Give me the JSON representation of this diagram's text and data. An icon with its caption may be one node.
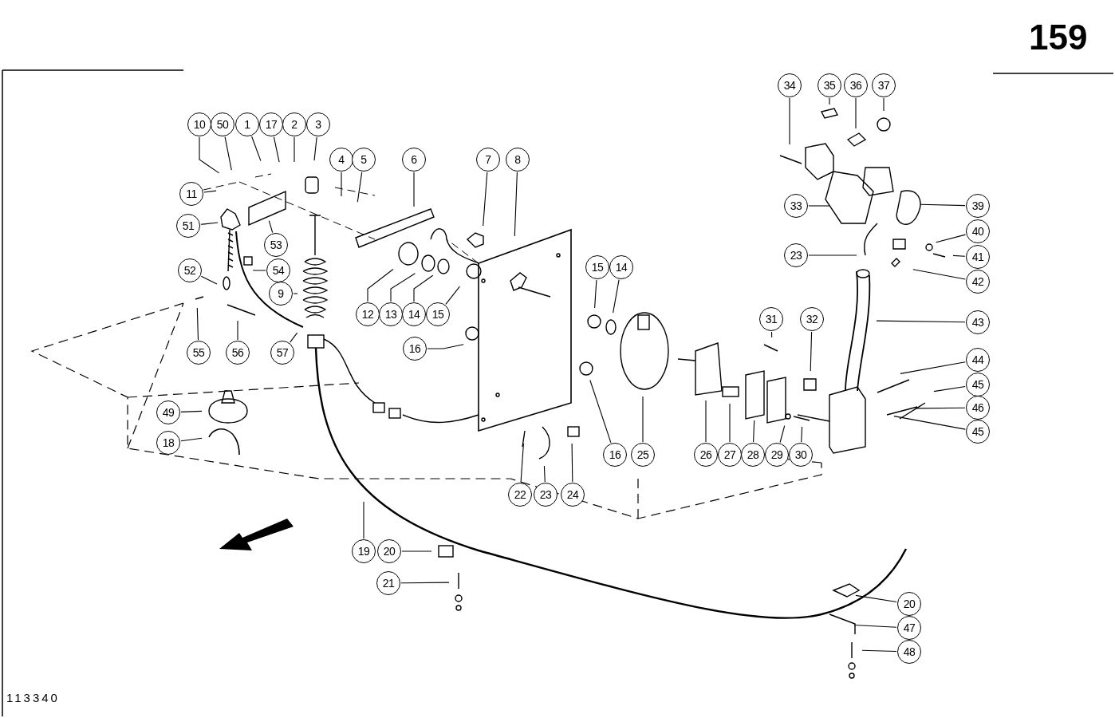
{
  "diagram": {
    "nodes": [
      {
        "text": [
          "10"
        ]
      },
      {
        "text": [
          "50"
        ]
      },
      {
        "text": [
          "1"
        ]
      },
      {
        "text": [
          "17"
        ]
      },
      {
        "text": [
          "2"
        ]
      },
      {
        "text": [
          "3"
        ]
      },
      {
        "text": [
          "4"
        ]
      },
      {
        "text": [
          "5"
        ]
      },
      {
        "text": [
          "6"
        ]
      },
      {
        "text": [
          "7"
        ]
      },
      {
        "text": [
          "8"
        ]
      },
      {
        "text": [
          "11"
        ]
      },
      {
        "text": [
          "51"
        ]
      },
      {
        "text": [
          "53"
        ]
      },
      {
        "text": [
          "52"
        ]
      },
      {
        "text": [
          "54"
        ]
      },
      {
        "text": [
          "9"
        ]
      },
      {
        "text": [
          "12"
        ]
      },
      {
        "text": [
          "13"
        ]
      },
      {
        "text": [
          "14"
        ]
      },
      {
        "text": [
          "15"
        ]
      },
      {
        "text": [
          "16"
        ]
      },
      {
        "text": [
          "55"
        ]
      },
      {
        "text": [
          "56"
        ]
      },
      {
        "text": [
          "57"
        ]
      },
      {
        "text": [
          "15"
        ]
      },
      {
        "text": [
          "14"
        ]
      },
      {
        "text": [
          "16"
        ]
      },
      {
        "text": [
          "25"
        ]
      },
      {
        "text": [
          "26"
        ]
      },
      {
        "text": [
          "27"
        ]
      },
      {
        "text": [
          "28"
        ]
      },
      {
        "text": [
          "29"
        ]
      },
      {
        "text": [
          "30"
        ]
      },
      {
        "text": [
          "22"
        ]
      },
      {
        "text": [
          "23"
        ]
      },
      {
        "text": [
          "24"
        ]
      },
      {
        "text": [
          "49"
        ]
      },
      {
        "text": [
          "18"
        ]
      },
      {
        "text": [
          "31"
        ]
      },
      {
        "text": [
          "32"
        ]
      },
      {
        "text": [
          "34"
        ]
      },
      {
        "text": [
          "35"
        ]
      },
      {
        "text": [
          "36"
        ]
      },
      {
        "text": [
          "37"
        ]
      },
      {
        "text": [
          "33"
        ]
      },
      {
        "text": [
          "39"
        ]
      },
      {
        "text": [
          "40"
        ]
      },
      {
        "text": [
          "41"
        ]
      },
      {
        "text": [
          "23"
        ]
      },
      {
        "text": [
          "42"
        ]
      },
      {
        "text": [
          "43"
        ]
      },
      {
        "text": [
          "44"
        ]
      },
      {
        "text": [
          "45"
        ]
      },
      {
        "text": [
          "46"
        ]
      },
      {
        "text": [
          "45"
        ]
      },
      {
        "text": [
          "19"
        ]
      },
      {
        "text": [
          "20"
        ]
      },
      {
        "text": [
          "21"
        ]
      },
      {
        "text": [
          "20"
        ]
      },
      {
        "text": [
          "47"
        ]
      },
      {
        "text": [
          "48"
        ]
      }
    ],
    "edges": [
      {
        "from": 0,
        "to": null,
        "arrow": "none"
      },
      {
        "from": 1,
        "to": null,
        "arrow": "none"
      },
      {
        "from": 2,
        "to": null,
        "arrow": "none"
      },
      {
        "from": 3,
        "to": null,
        "arrow": "none"
      },
      {
        "from": 4,
        "to": null,
        "arrow": "none"
      },
      {
        "from": 5,
        "to": null,
        "arrow": "none"
      },
      {
        "from": 6,
        "to": null,
        "arrow": "none"
      },
      {
        "from": 7,
        "to": null,
        "arrow": "none"
      },
      {
        "from": 8,
        "to": null,
        "arrow": "none"
      },
      {
        "from": 9,
        "to": null,
        "arrow": "none"
      },
      {
        "from": 10,
        "to": null,
        "arrow": "none"
      },
      {
        "from": 11,
        "to": null,
        "arrow": "none"
      },
      {
        "from": 12,
        "to": null,
        "arrow": "none"
      },
      {
        "from": 13,
        "to": null,
        "arrow": "none"
      },
      {
        "from": 14,
        "to": null,
        "arrow": "none"
      },
      {
        "from": 15,
        "to": null,
        "arrow": "none"
      },
      {
        "from": 16,
        "to": null,
        "arrow": "none"
      },
      {
        "from": 17,
        "to": null,
        "arrow": "none"
      },
      {
        "from": 18,
        "to": null,
        "arrow": "none"
      },
      {
        "from": 19,
        "to": null,
        "arrow": "none"
      },
      {
        "from": 20,
        "to": null,
        "arrow": "none"
      },
      {
        "from": 21,
        "to": null,
        "arrow": "none"
      },
      {
        "from": 22,
        "to": null,
        "arrow": "none"
      },
      {
        "from": 23,
        "to": null,
        "arrow": "none"
      },
      {
        "from": 24,
        "to": null,
        "arrow": "none"
      },
      {
        "from": 25,
        "to": null,
        "arrow": "none"
      },
      {
        "from": 26,
        "to": null,
        "arrow": "none"
      },
      {
        "from": 27,
        "to": null,
        "arrow": "none"
      },
      {
        "from": 28,
        "to": null,
        "arrow": "none"
      },
      {
        "from": 29,
        "to": null,
        "arrow": "none"
      },
      {
        "from": 30,
        "to": null,
        "arrow": "none"
      },
      {
        "from": 31,
        "to": null,
        "arrow": "none"
      },
      {
        "from": 32,
        "to": null,
        "arrow": "none"
      },
      {
        "from": 33,
        "to": null,
        "arrow": "none"
      },
      {
        "from": 34,
        "to": null,
        "arrow": "none"
      },
      {
        "from": 35,
        "to": null,
        "arrow": "none"
      },
      {
        "from": 36,
        "to": null,
        "arrow": "none"
      },
      {
        "from": 37,
        "to": null,
        "arrow": "none"
      },
      {
        "from": 38,
        "to": null,
        "arrow": "none"
      },
      {
        "from": 39,
        "to": null,
        "arrow": "none"
      },
      {
        "from": 40,
        "to": null,
        "arrow": "none"
      },
      {
        "from": 41,
        "to": null,
        "arrow": "none"
      },
      {
        "from": 42,
        "to": null,
        "arrow": "none"
      },
      {
        "from": 43,
        "to": null,
        "arrow": "none"
      },
      {
        "from": 44,
        "to": null,
        "arrow": "none"
      },
      {
        "from": 45,
        "to": null,
        "arrow": "none"
      },
      {
        "from": 46,
        "to": null,
        "arrow": "none"
      },
      {
        "from": 47,
        "to": null,
        "arrow": "none"
      },
      {
        "from": 48,
        "to": null,
        "arrow": "none"
      },
      {
        "from": 49,
        "to": null,
        "arrow": "none"
      },
      {
        "from": 50,
        "to": null,
        "arrow": "none"
      },
      {
        "from": 51,
        "to": null,
        "arrow": "none"
      },
      {
        "from": 52,
        "to": null,
        "arrow": "none"
      },
      {
        "from": 53,
        "to": null,
        "arrow": "none"
      },
      {
        "from": 54,
        "to": null,
        "arrow": "none"
      },
      {
        "from": 55,
        "to": null,
        "arrow": "none"
      },
      {
        "from": 56,
        "to": null,
        "arrow": "none"
      },
      {
        "from": 57,
        "to": null,
        "arrow": "none"
      },
      {
        "from": 58,
        "to": null,
        "arrow": "none"
      },
      {
        "from": 59,
        "to": null,
        "arrow": "none"
      },
      {
        "from": 60,
        "to": null,
        "arrow": "none"
      },
      {
        "from": 61,
        "to": null,
        "arrow": "none"
      }
    ],
    "labels": [
      "159",
      "113340"
    ]
  }
}
